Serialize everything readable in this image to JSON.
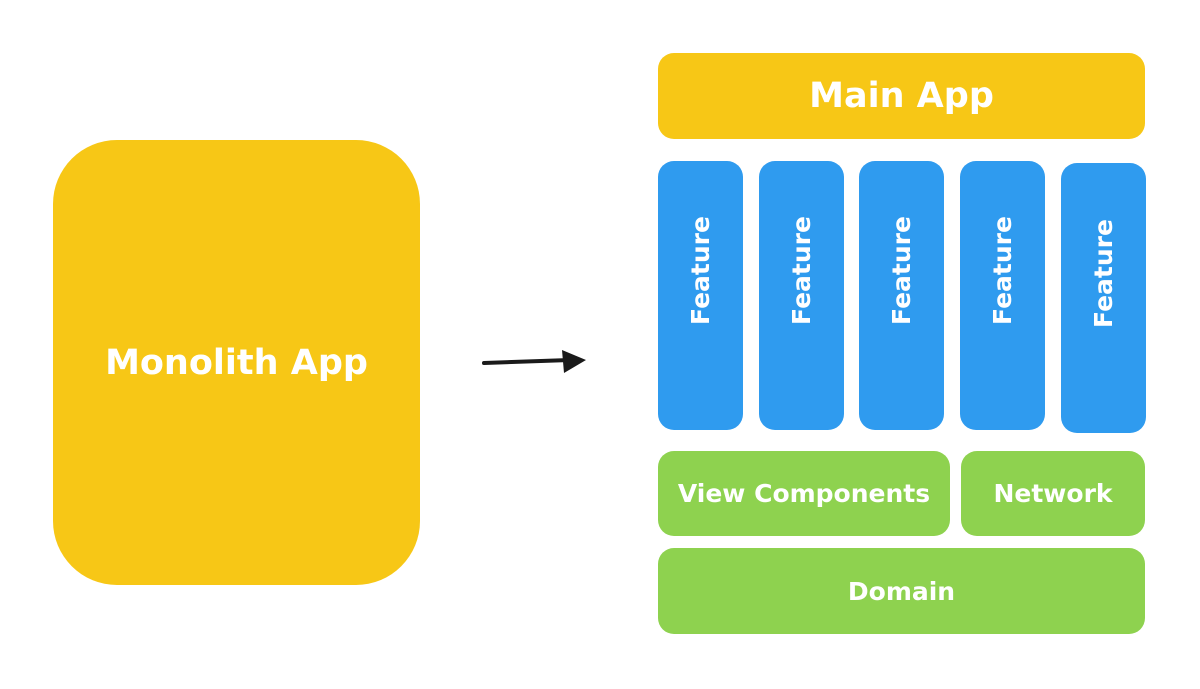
{
  "monolith": {
    "label": "Monolith App"
  },
  "modular": {
    "main_app": "Main App",
    "features": [
      "Feature",
      "Feature",
      "Feature",
      "Feature",
      "Feature"
    ],
    "view_components": "View Components",
    "network": "Network",
    "domain": "Domain"
  },
  "colors": {
    "app": "#f7c716",
    "feature": "#2f9bef",
    "shared": "#8ed24f",
    "arrow": "#1a1a1a",
    "text": "#ffffff"
  }
}
